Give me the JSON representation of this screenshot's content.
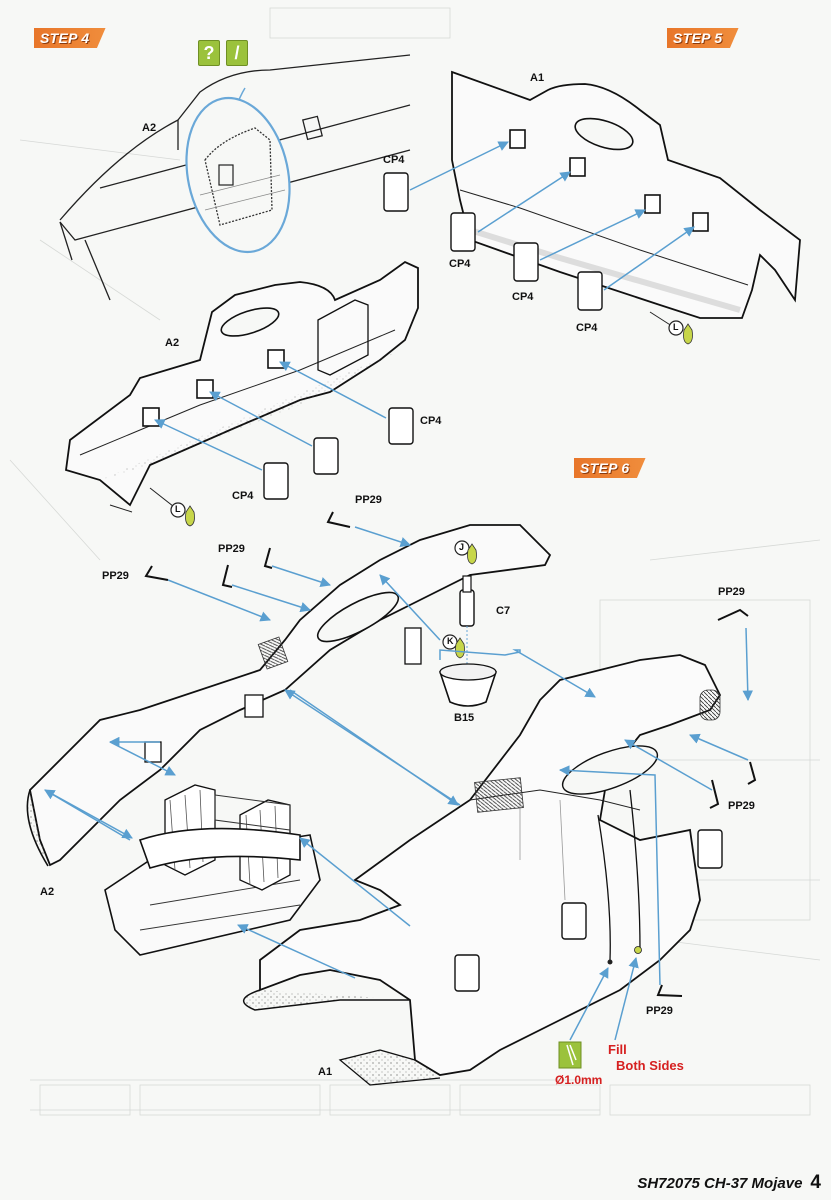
{
  "steps": {
    "step4": "STEP 4",
    "step5": "STEP 5",
    "step6": "STEP 6"
  },
  "step4": {
    "label_a2_top": "A2",
    "label_a2_part": "A2",
    "label_cp4_right": "CP4",
    "label_cp4_bottom": "CP4",
    "glue_mark": "L",
    "hint_icons": [
      "?",
      "/"
    ]
  },
  "step5": {
    "label_a1": "A1",
    "label_cp4_1": "CP4",
    "label_cp4_2": "CP4",
    "label_cp4_3": "CP4",
    "label_cp4_4": "CP4",
    "glue_mark": "L"
  },
  "step6": {
    "label_pp29_1": "PP29",
    "label_pp29_2": "PP29",
    "label_pp29_3": "PP29",
    "label_pp29_4": "PP29",
    "label_pp29_5": "PP29",
    "label_pp29_6": "PP29",
    "label_c7": "C7",
    "label_b15": "B15",
    "label_a2": "A2",
    "label_a1": "A1",
    "glue_j": "J",
    "glue_k": "K",
    "fill_line1": "Fill",
    "fill_line2": "Both Sides",
    "drill_size": "Ø1.0mm"
  },
  "footer": {
    "model": "SH72075 CH-37 Mojave",
    "page": "4"
  },
  "colors": {
    "arrow": "#5a9fd0",
    "callout": "#6aa8d8",
    "step_badge": "#ee8433",
    "glue": "#c7d64a",
    "drill": "#9bc23c",
    "note_red": "#d62020"
  }
}
